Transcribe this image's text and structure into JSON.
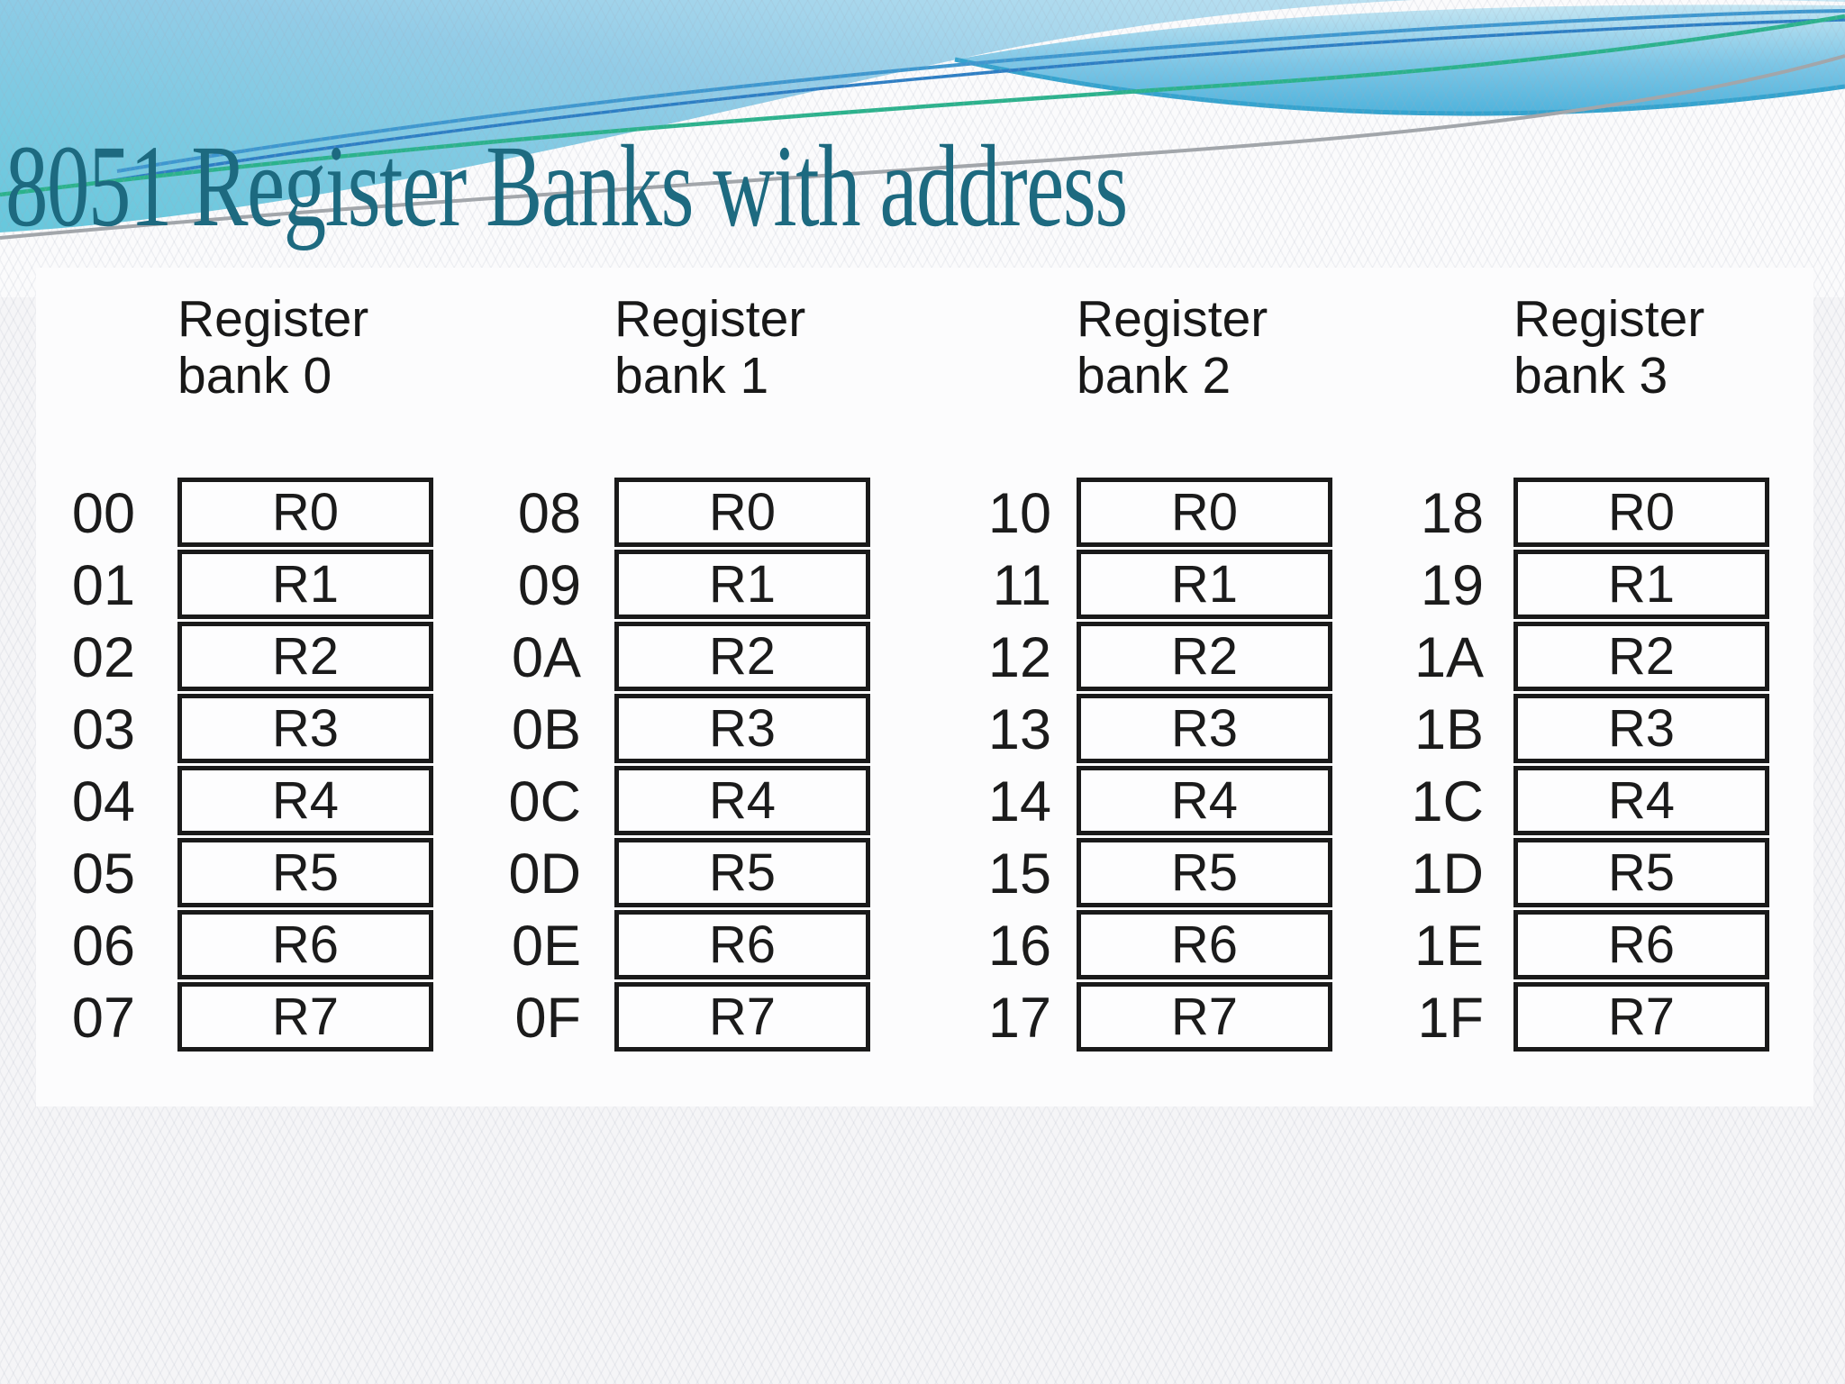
{
  "slide": {
    "title": "8051 Register Banks with address"
  },
  "figure": {
    "banks": [
      {
        "header_line1": "Register",
        "header_line2": "bank 0",
        "rows": [
          {
            "address": "00",
            "register": "R0"
          },
          {
            "address": "01",
            "register": "R1"
          },
          {
            "address": "02",
            "register": "R2"
          },
          {
            "address": "03",
            "register": "R3"
          },
          {
            "address": "04",
            "register": "R4"
          },
          {
            "address": "05",
            "register": "R5"
          },
          {
            "address": "06",
            "register": "R6"
          },
          {
            "address": "07",
            "register": "R7"
          }
        ]
      },
      {
        "header_line1": "Register",
        "header_line2": "bank 1",
        "rows": [
          {
            "address": "08",
            "register": "R0"
          },
          {
            "address": "09",
            "register": "R1"
          },
          {
            "address": "0A",
            "register": "R2"
          },
          {
            "address": "0B",
            "register": "R3"
          },
          {
            "address": "0C",
            "register": "R4"
          },
          {
            "address": "0D",
            "register": "R5"
          },
          {
            "address": "0E",
            "register": "R6"
          },
          {
            "address": "0F",
            "register": "R7"
          }
        ]
      },
      {
        "header_line1": "Register",
        "header_line2": "bank 2",
        "rows": [
          {
            "address": "10",
            "register": "R0"
          },
          {
            "address": "11",
            "register": "R1"
          },
          {
            "address": "12",
            "register": "R2"
          },
          {
            "address": "13",
            "register": "R3"
          },
          {
            "address": "14",
            "register": "R4"
          },
          {
            "address": "15",
            "register": "R5"
          },
          {
            "address": "16",
            "register": "R6"
          },
          {
            "address": "17",
            "register": "R7"
          }
        ]
      },
      {
        "header_line1": "Register",
        "header_line2": "bank 3",
        "rows": [
          {
            "address": "18",
            "register": "R0"
          },
          {
            "address": "19",
            "register": "R1"
          },
          {
            "address": "1A",
            "register": "R2"
          },
          {
            "address": "1B",
            "register": "R3"
          },
          {
            "address": "1C",
            "register": "R4"
          },
          {
            "address": "1D",
            "register": "R5"
          },
          {
            "address": "1E",
            "register": "R6"
          },
          {
            "address": "1F",
            "register": "R7"
          }
        ]
      }
    ]
  },
  "colors": {
    "title_text": "#1D6A80",
    "figure_text": "#1B1B1B",
    "box_border": "#1A1A1A",
    "panel_background": "#FCFCFD",
    "slide_background": "#F5F5F7",
    "banner_sky_pale": "#C9E8F5",
    "banner_sky_mid": "#92CCE7",
    "banner_sky_turquoise": "#5CC7DA",
    "accent_green_line": "#2BB28C",
    "accent_blue_line": "#2D7EC4",
    "accent_gray_line": "#A2A6AA",
    "banner_band_blue": "#4FB3DC"
  }
}
